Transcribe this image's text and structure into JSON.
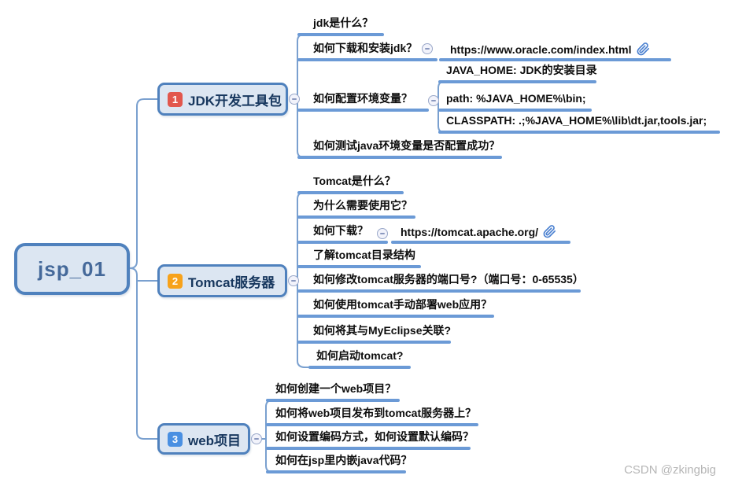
{
  "root": {
    "label": "jsp_01"
  },
  "branches": [
    {
      "badge": "1",
      "badge_color": "#e2574d",
      "label": "JDK开发工具包",
      "children": [
        {
          "label": "jdk是什么？"
        },
        {
          "label": "如何下载和安装jdk？",
          "link": "https://www.oracle.com/index.html"
        },
        {
          "label": "如何配置环境变量？",
          "children": [
            {
              "label": "JAVA_HOME: JDK的安装目录"
            },
            {
              "label": "path: %JAVA_HOME%\\bin;"
            },
            {
              "label": "CLASSPATH:  .;%JAVA_HOME%\\lib\\dt.jar,tools.jar;"
            }
          ]
        },
        {
          "label": "如何测试java环境变量是否配置成功？"
        }
      ]
    },
    {
      "badge": "2",
      "badge_color": "#f7a21b",
      "label": "Tomcat服务器",
      "children": [
        {
          "label": "Tomcat是什么？"
        },
        {
          "label": "为什么需要使用它？"
        },
        {
          "label": "如何下载？",
          "link": "https://tomcat.apache.org/"
        },
        {
          "label": "了解tomcat目录结构"
        },
        {
          "label": "如何修改tomcat服务器的端口号?（端口号：0-65535）"
        },
        {
          "label": "如何使用tomcat手动部署web应用？"
        },
        {
          "label": "如何将其与MyEclipse关联?"
        },
        {
          "label": "如何启动tomcat?"
        }
      ]
    },
    {
      "badge": "3",
      "badge_color": "#4a90e2",
      "label": "web项目",
      "children": [
        {
          "label": "如何创建一个web项目？"
        },
        {
          "label": "如何将web项目发布到tomcat服务器上？"
        },
        {
          "label": "如何设置编码方式，如何设置默认编码？"
        },
        {
          "label": "如何在jsp里内嵌java代码？"
        }
      ]
    }
  ],
  "watermark": "CSDN @zkingbig",
  "colors": {
    "node_fill": "#dce6f2",
    "node_border": "#4f81bd",
    "branch_text": "#17375e",
    "root_text": "#45699a",
    "leaf_underline": "#6b9ad6",
    "connector": "#7aa0cf",
    "link_icon": "#4a80d0",
    "badge_1": "#e2574d",
    "badge_2": "#f7a21b",
    "badge_3": "#4a90e2",
    "watermark": "#b6b6b6"
  }
}
